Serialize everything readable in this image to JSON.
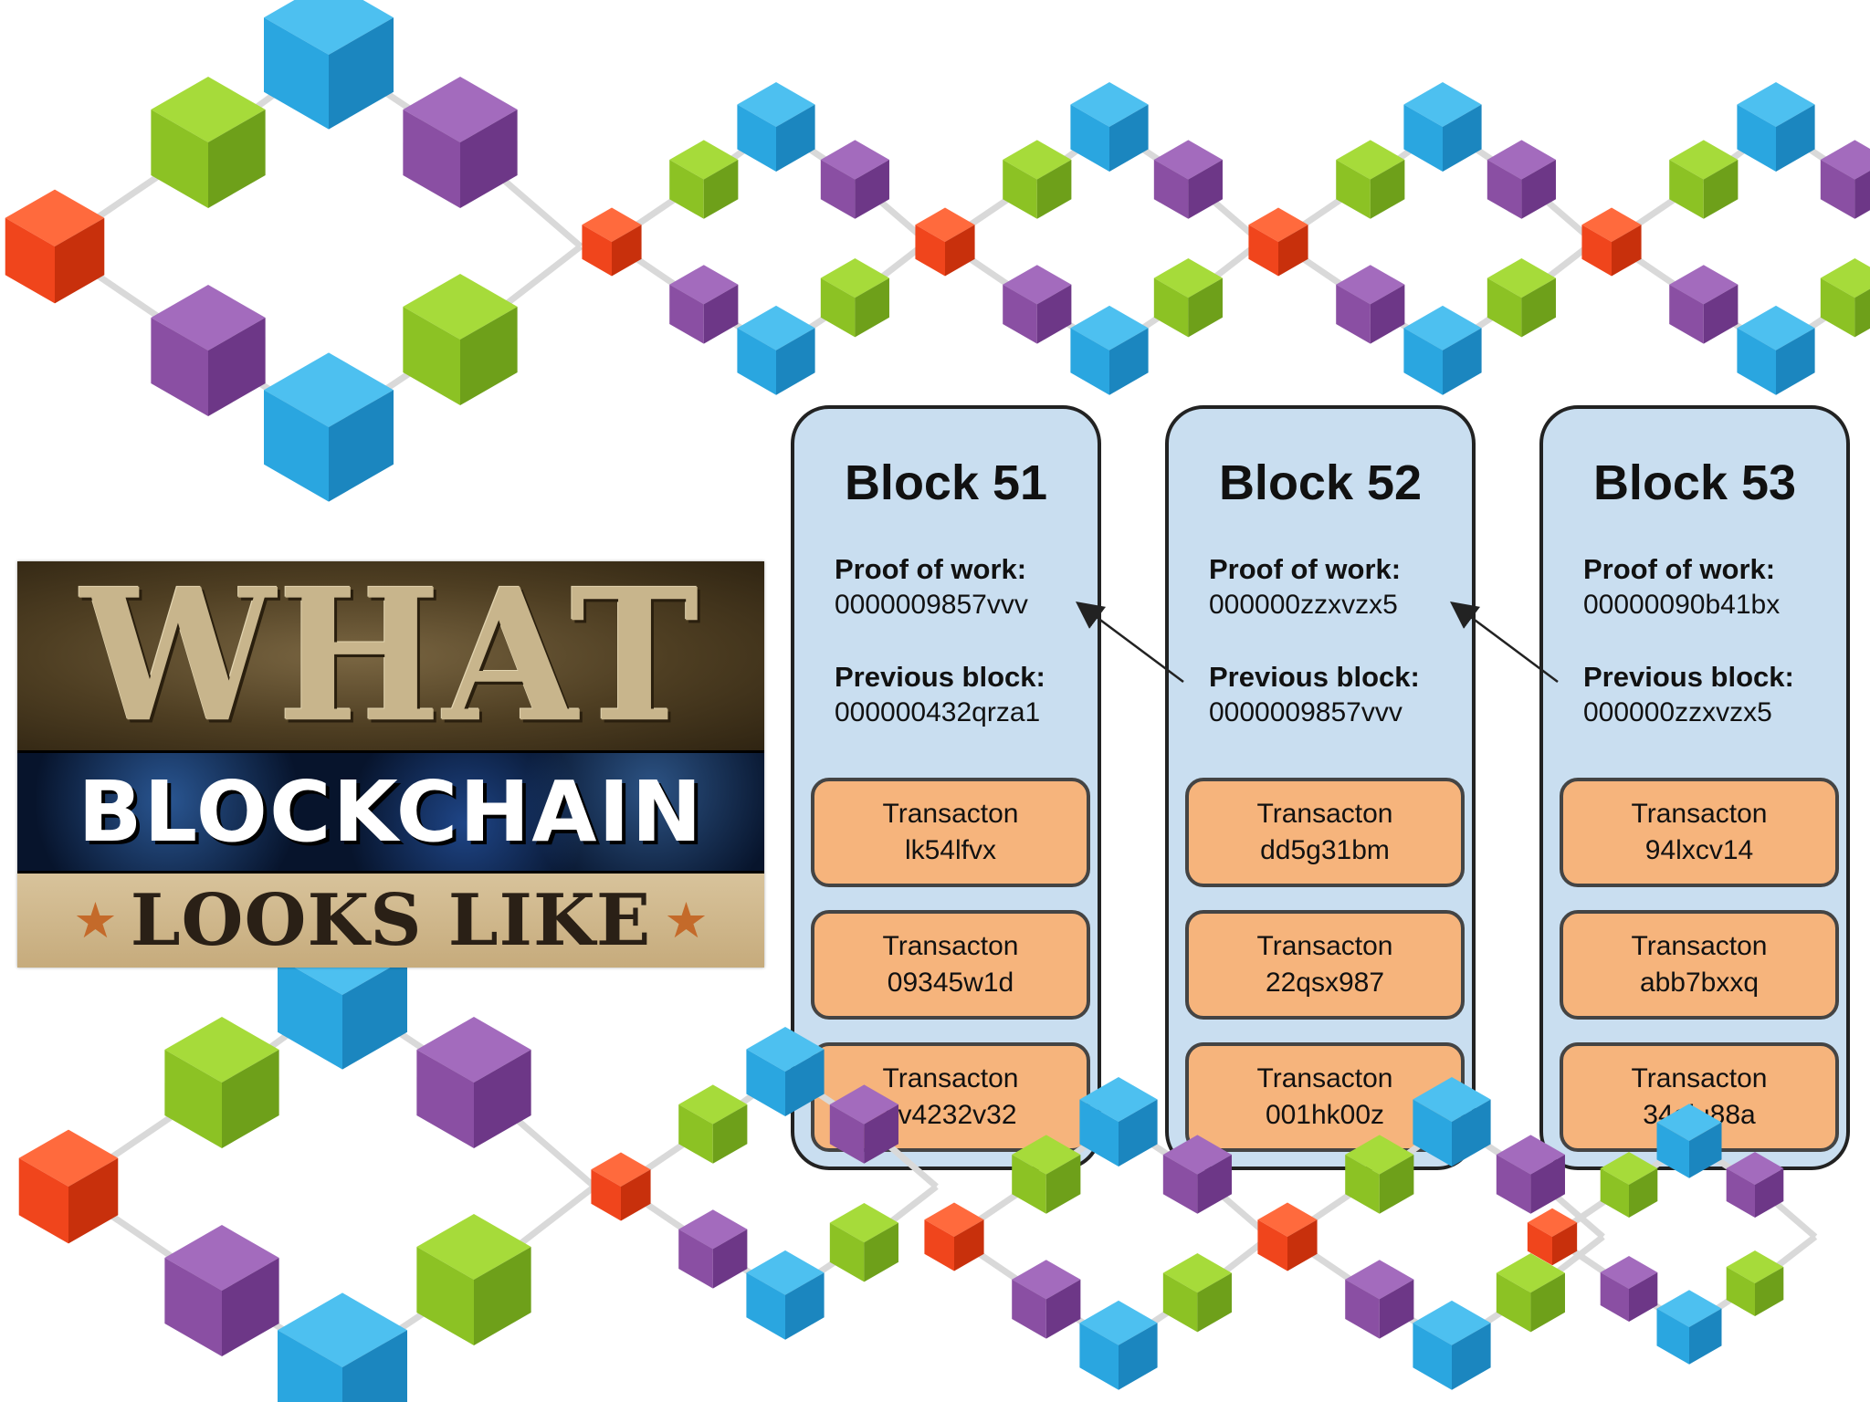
{
  "banner": {
    "line1": "WHAT",
    "line2": "BLOCKCHAIN",
    "line3": "LOOKS LIKE"
  },
  "blocks": [
    {
      "title": "Block 51",
      "proof_label": "Proof of work:",
      "proof_value": "0000009857vvv",
      "prev_label": "Previous block:",
      "prev_value": "000000432qrza1",
      "transactions": [
        {
          "label": "Transacton",
          "id": "lk54lfvx"
        },
        {
          "label": "Transacton",
          "id": "09345w1d"
        },
        {
          "label": "Transacton",
          "id": "xv4232v32"
        }
      ]
    },
    {
      "title": "Block 52",
      "proof_label": "Proof of work:",
      "proof_value": "000000zzxvzx5",
      "prev_label": "Previous block:",
      "prev_value": "0000009857vvv",
      "transactions": [
        {
          "label": "Transacton",
          "id": "dd5g31bm"
        },
        {
          "label": "Transacton",
          "id": "22qsx987"
        },
        {
          "label": "Transacton",
          "id": "001hk00z"
        }
      ]
    },
    {
      "title": "Block 53",
      "proof_label": "Proof of work:",
      "proof_value": "00000090b41bx",
      "prev_label": "Previous block:",
      "prev_value": "000000zzxvzx5",
      "transactions": [
        {
          "label": "Transacton",
          "id": "94lxcv14"
        },
        {
          "label": "Transacton",
          "id": "abb7bxxq"
        },
        {
          "label": "Transacton",
          "id": "34oiu88a"
        }
      ]
    }
  ],
  "colors": {
    "block_bg": "#c9def0",
    "transaction_bg": "#f6b47c",
    "cube_red": "#f0451c",
    "cube_green": "#8cc224",
    "cube_purple": "#8a4fa3",
    "cube_blue": "#2aa6e0"
  }
}
